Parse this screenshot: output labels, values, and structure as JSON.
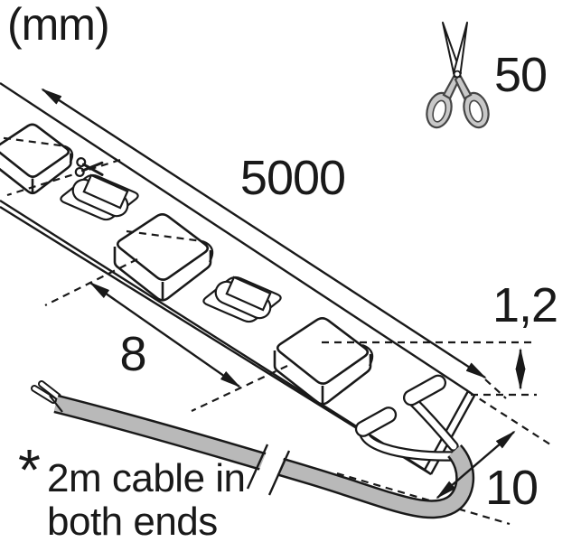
{
  "diagram": {
    "unit_label": "(mm)",
    "dimensions": {
      "cut_interval": "50",
      "total_length": "5000",
      "thickness": "1,2",
      "led_pitch": "8",
      "strip_width": "10"
    },
    "footnote": {
      "marker": "*",
      "line1": "2m cable in",
      "line2": "both ends"
    }
  },
  "icons": {
    "scissors": "scissors-icon",
    "cut_point": "cut-scissors-icon"
  },
  "colors": {
    "line": "#191919",
    "cable_gray": "#b9b9b9",
    "scissors_handle": "#c8c8c8",
    "background": "#ffffff"
  }
}
